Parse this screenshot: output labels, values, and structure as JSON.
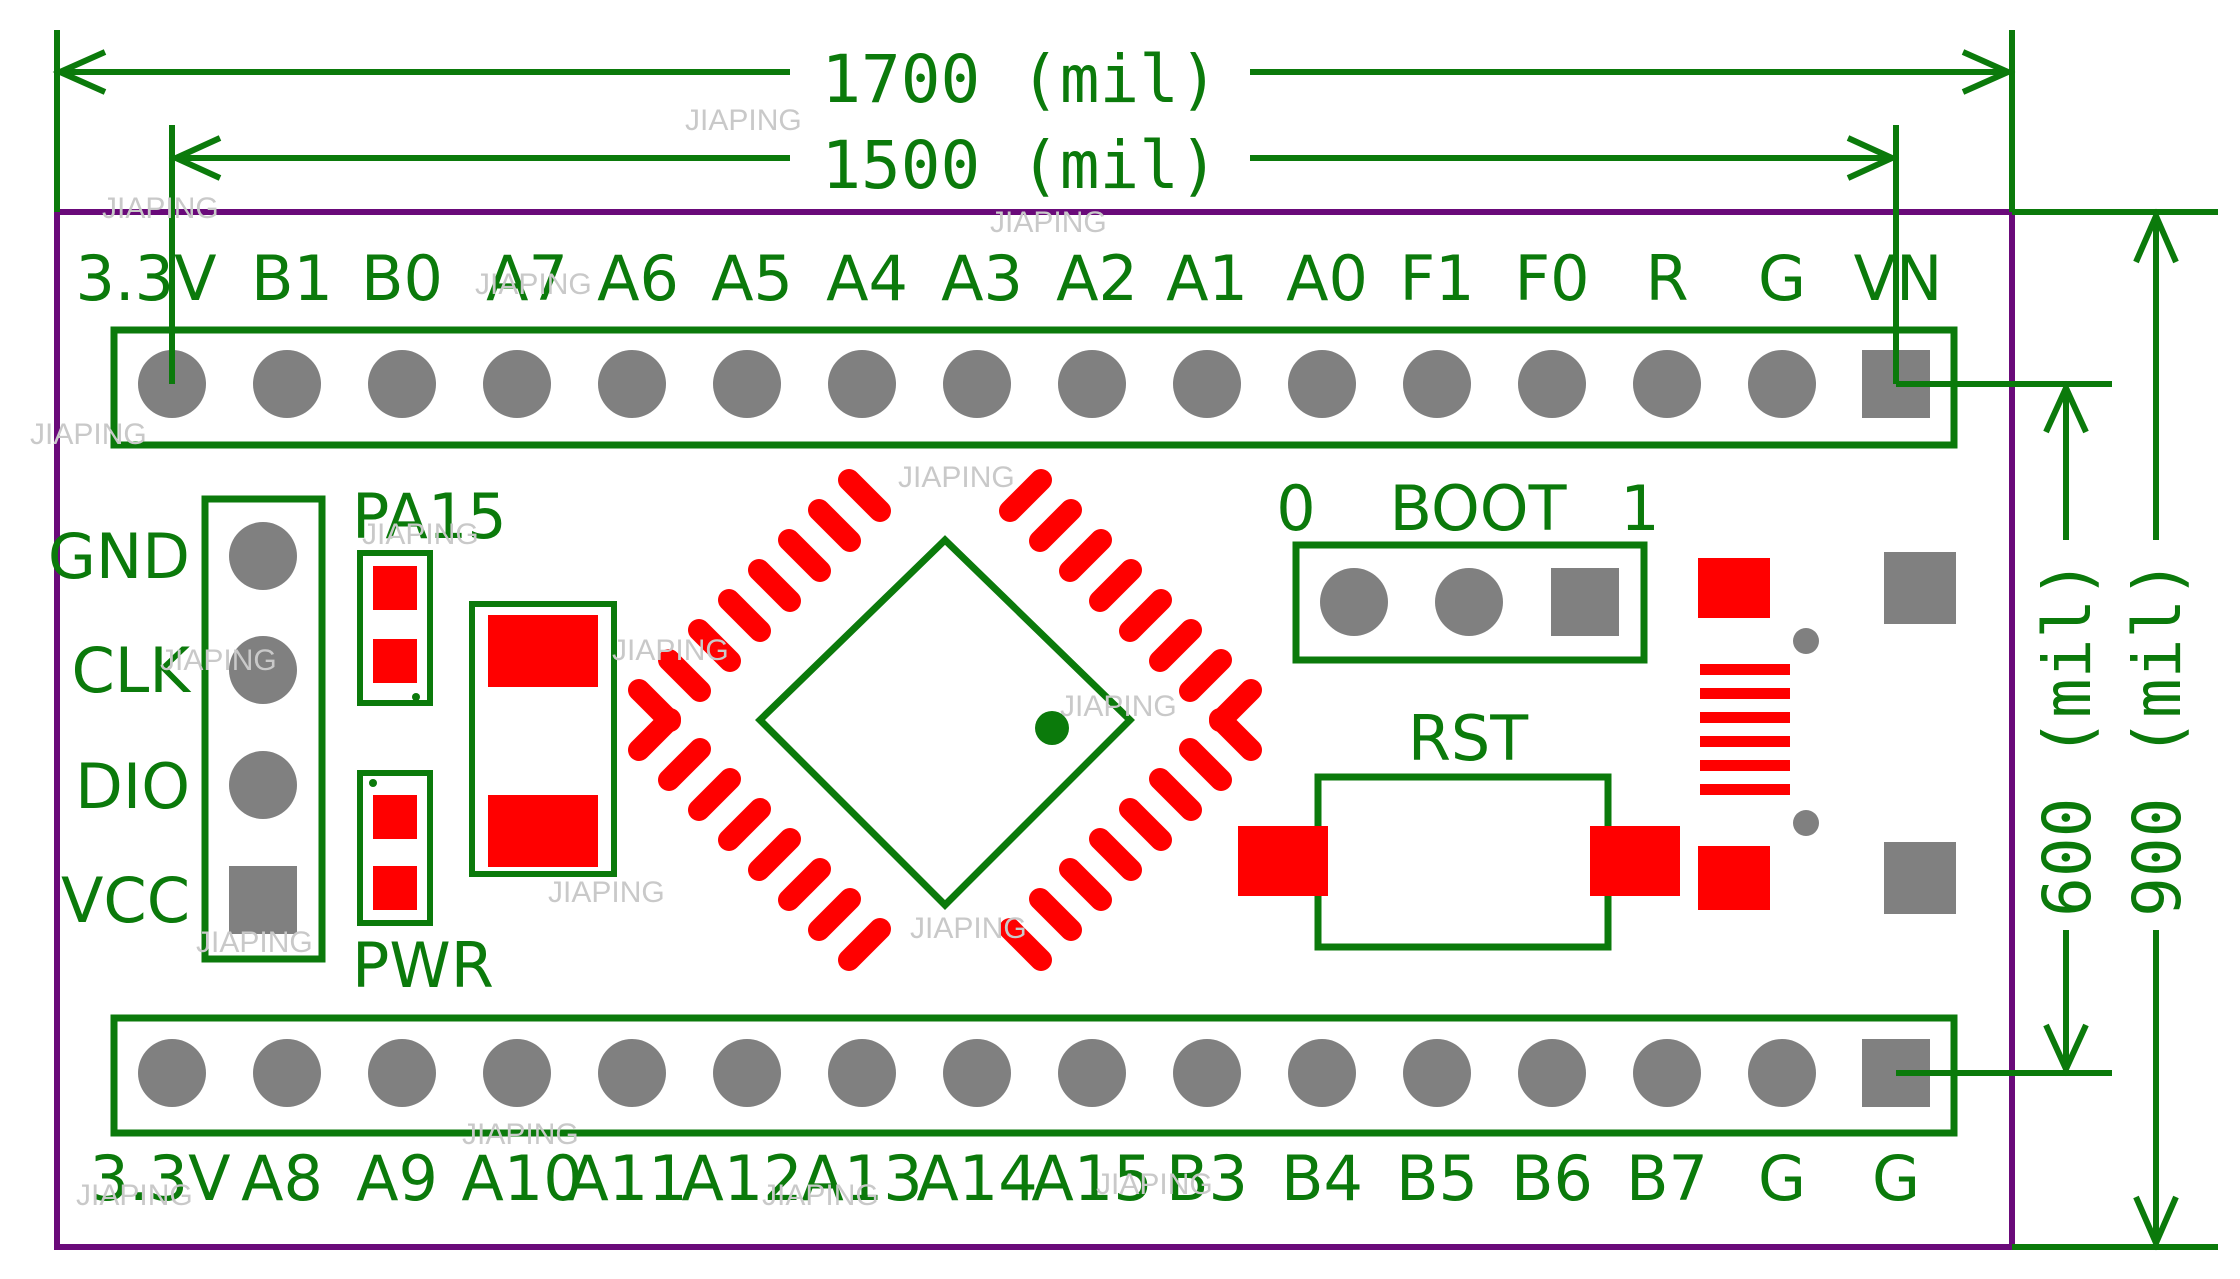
{
  "board": {
    "top_header_labels": [
      "3.3V",
      "B1",
      "B0",
      "A7",
      "A6",
      "A5",
      "A4",
      "A3",
      "A2",
      "A1",
      "A0",
      "F1",
      "F0",
      "R",
      "G",
      "VN"
    ],
    "bottom_header_labels": [
      "3.3V",
      "A8",
      "A9",
      "A10",
      "A11",
      "A12",
      "A13",
      "A14",
      "A15",
      "B3",
      "B4",
      "B5",
      "B6",
      "B7",
      "G",
      "G"
    ],
    "swd_labels": [
      "GND",
      "CLK",
      "DIO",
      "VCC"
    ],
    "pa15_label": "PA15",
    "pwr_label": "PWR",
    "boot": {
      "label": "BOOT",
      "zero": "0",
      "one": "1"
    },
    "rst_label": "RST"
  },
  "dimensions": {
    "width_outer": "1700 (mil)",
    "width_inner": "1500 (mil)",
    "height_inner": "600 (mil)",
    "height_outer": "900 (mil)"
  },
  "watermark": "JIAPING",
  "colors": {
    "silkscreen": "#0b7a0b",
    "pad_round": "#808080",
    "pad_square": "#808080",
    "copper": "#ff0000",
    "outline": "#6a0a7a"
  }
}
